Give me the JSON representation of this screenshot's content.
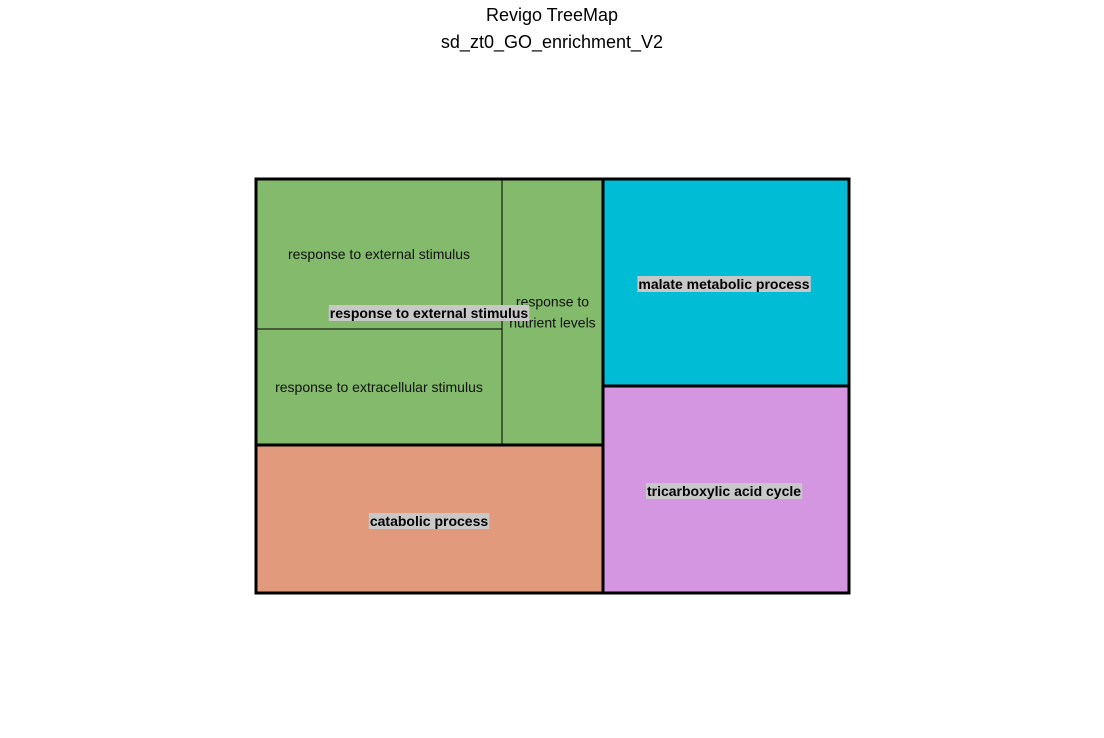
{
  "title": "Revigo TreeMap",
  "subtitle": "sd_zt0_GO_enrichment_V2",
  "chart_data": {
    "type": "treemap",
    "groups": [
      {
        "label": "response to external stimulus",
        "color": "#83BA6B",
        "share": 0.4,
        "terms": [
          {
            "label": "response to external stimulus",
            "share": 0.185
          },
          {
            "label": "response to extracellular stimulus",
            "share": 0.143
          },
          {
            "label": "response to nutrient levels",
            "share": 0.072
          }
        ]
      },
      {
        "label": "catabolic process",
        "color": "#E29A7D",
        "share": 0.21,
        "terms": [
          {
            "label": "catabolic process",
            "share": 0.21
          }
        ]
      },
      {
        "label": "malate metabolic process",
        "color": "#00BCD4",
        "share": 0.205,
        "terms": [
          {
            "label": "malate metabolic process",
            "share": 0.205
          }
        ]
      },
      {
        "label": "tricarboxylic acid cycle",
        "color": "#D596E1",
        "share": 0.18,
        "terms": [
          {
            "label": "tricarboxylic acid cycle",
            "share": 0.18
          }
        ]
      }
    ]
  }
}
